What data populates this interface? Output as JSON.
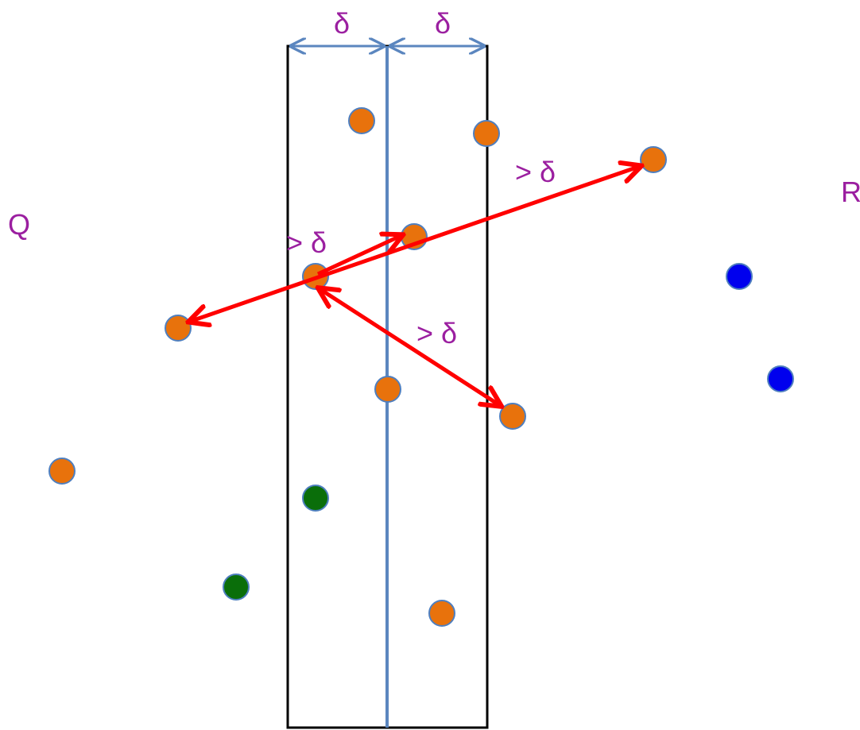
{
  "colors": {
    "strip_border": "#000000",
    "divider": "#5b86bf",
    "delta_arrow": "#5b86bf",
    "distance_arrow": "#ff0000",
    "label": "#9b1fa0",
    "point_orange": "#e8720c",
    "point_green": "#0a6e0a",
    "point_blue": "#0000ee",
    "point_outline": "#4f7fbf"
  },
  "labels": {
    "left_half": "Q",
    "right_half": "R",
    "delta_left": "δ",
    "delta_right": "δ",
    "dist_top": "> δ",
    "dist_left": "> δ",
    "dist_mid": "> δ"
  },
  "point_groups": {
    "orange_count": 10,
    "green_count": 2,
    "blue_count": 2
  }
}
